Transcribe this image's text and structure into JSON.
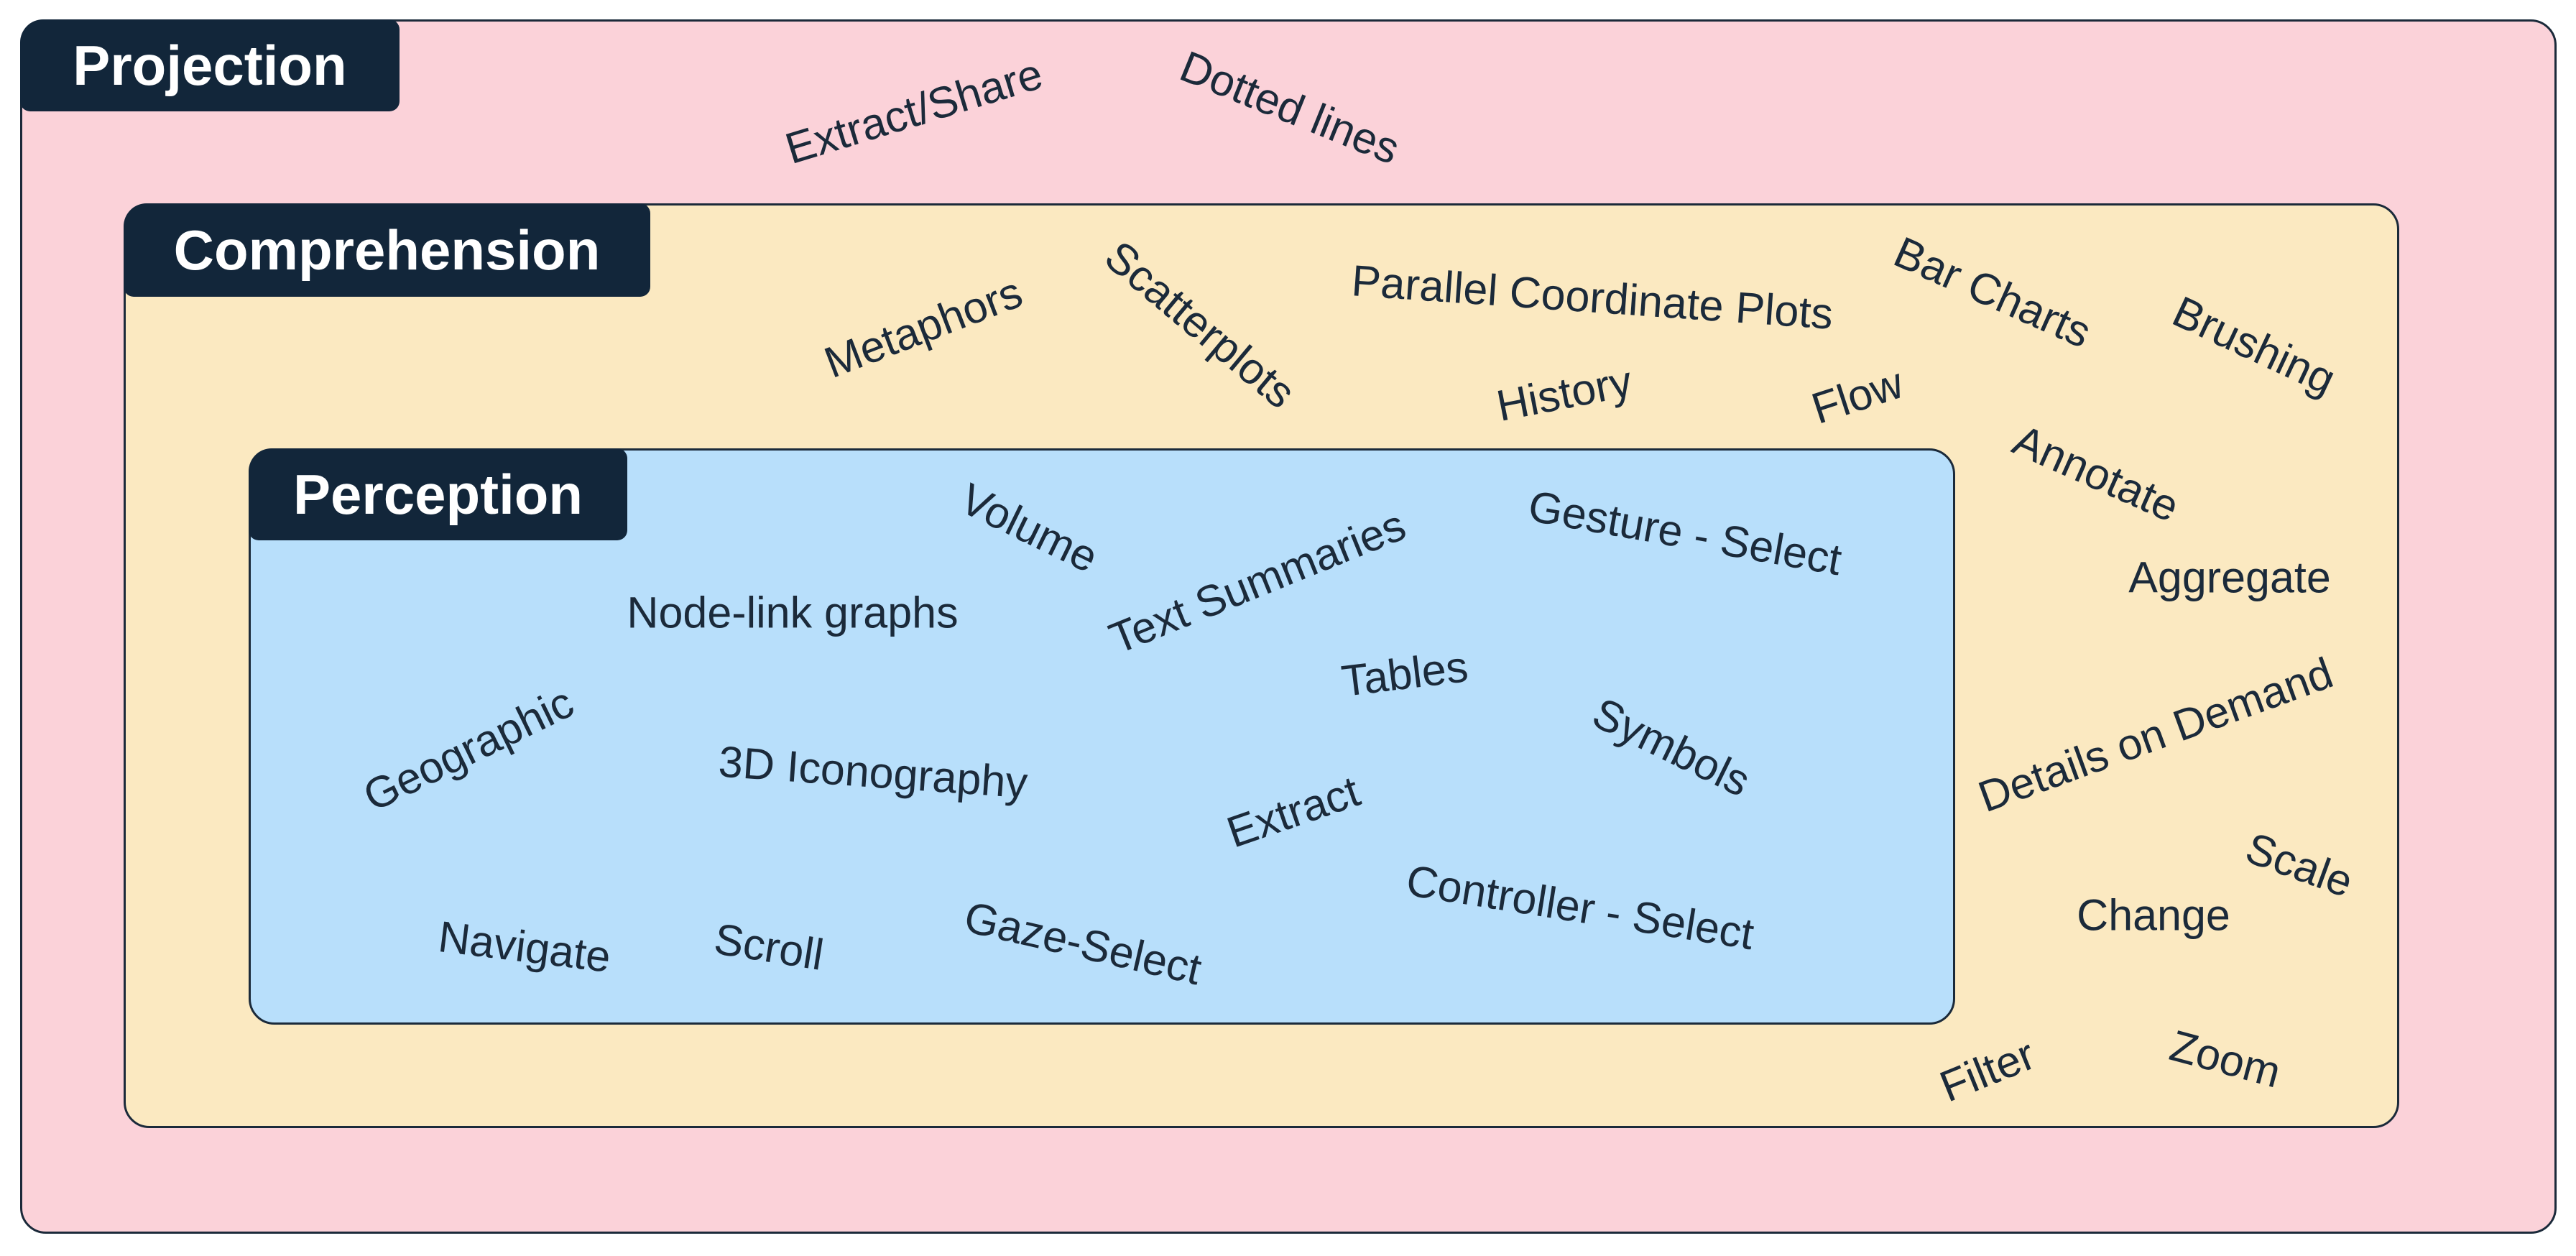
{
  "colors": {
    "projection_fill": "#fbd2d9",
    "comprehension_fill": "#fbe9c1",
    "perception_fill": "#b8dffb",
    "title_bg": "#12263a",
    "title_text": "#ffffff",
    "border": "#1b2a3a",
    "term_text": "#1b2a3a"
  },
  "layers": {
    "projection": {
      "title": "Projection"
    },
    "comprehension": {
      "title": "Comprehension"
    },
    "perception": {
      "title": "Perception"
    }
  },
  "terms": {
    "extract_share": "Extract/Share",
    "dotted_lines": "Dotted lines",
    "metaphors": "Metaphors",
    "scatterplots": "Scatterplots",
    "parallel_coordinate_plots": "Parallel Coordinate Plots",
    "bar_charts": "Bar Charts",
    "brushing": "Brushing",
    "history": "History",
    "flow": "Flow",
    "annotate": "Annotate",
    "aggregate": "Aggregate",
    "details_on_demand": "Details on Demand",
    "scale": "Scale",
    "change": "Change",
    "filter": "Filter",
    "zoom": "Zoom",
    "volume": "Volume",
    "gesture_select": "Gesture - Select",
    "node_link_graphs": "Node-link graphs",
    "text_summaries": "Text Summaries",
    "tables": "Tables",
    "geographic": "Geographic",
    "iconography_3d": "3D Iconography",
    "symbols": "Symbols",
    "extract": "Extract",
    "controller_select": "Controller - Select",
    "navigate": "Navigate",
    "scroll": "Scroll",
    "gaze_select": "Gaze-Select"
  }
}
